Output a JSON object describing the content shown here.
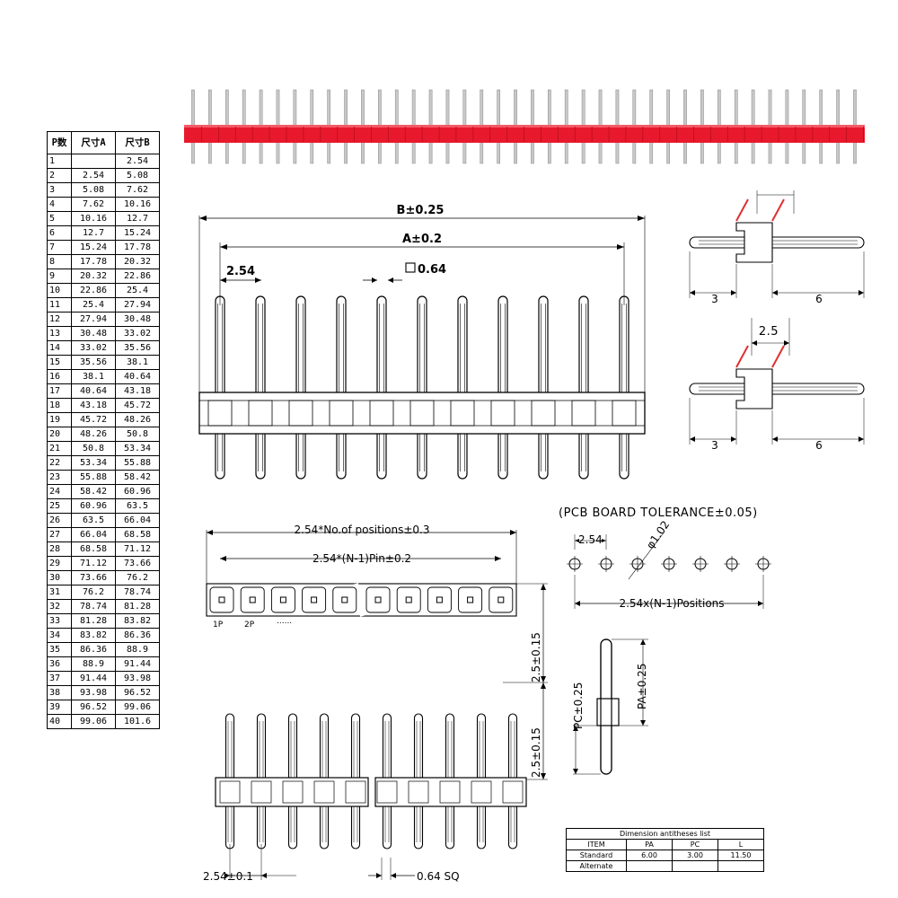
{
  "table": {
    "headers": [
      "P数",
      "尺寸A",
      "尺寸B"
    ],
    "rows": [
      [
        "1",
        "",
        "2.54"
      ],
      [
        "2",
        "2.54",
        "5.08"
      ],
      [
        "3",
        "5.08",
        "7.62"
      ],
      [
        "4",
        "7.62",
        "10.16"
      ],
      [
        "5",
        "10.16",
        "12.7"
      ],
      [
        "6",
        "12.7",
        "15.24"
      ],
      [
        "7",
        "15.24",
        "17.78"
      ],
      [
        "8",
        "17.78",
        "20.32"
      ],
      [
        "9",
        "20.32",
        "22.86"
      ],
      [
        "10",
        "22.86",
        "25.4"
      ],
      [
        "11",
        "25.4",
        "27.94"
      ],
      [
        "12",
        "27.94",
        "30.48"
      ],
      [
        "13",
        "30.48",
        "33.02"
      ],
      [
        "14",
        "33.02",
        "35.56"
      ],
      [
        "15",
        "35.56",
        "38.1"
      ],
      [
        "16",
        "38.1",
        "40.64"
      ],
      [
        "17",
        "40.64",
        "43.18"
      ],
      [
        "18",
        "43.18",
        "45.72"
      ],
      [
        "19",
        "45.72",
        "48.26"
      ],
      [
        "20",
        "48.26",
        "50.8"
      ],
      [
        "21",
        "50.8",
        "53.34"
      ],
      [
        "22",
        "53.34",
        "55.88"
      ],
      [
        "23",
        "55.88",
        "58.42"
      ],
      [
        "24",
        "58.42",
        "60.96"
      ],
      [
        "25",
        "60.96",
        "63.5"
      ],
      [
        "26",
        "63.5",
        "66.04"
      ],
      [
        "27",
        "66.04",
        "68.58"
      ],
      [
        "28",
        "68.58",
        "71.12"
      ],
      [
        "29",
        "71.12",
        "73.66"
      ],
      [
        "30",
        "73.66",
        "76.2"
      ],
      [
        "31",
        "76.2",
        "78.74"
      ],
      [
        "32",
        "78.74",
        "81.28"
      ],
      [
        "33",
        "81.28",
        "83.82"
      ],
      [
        "34",
        "83.82",
        "86.36"
      ],
      [
        "35",
        "86.36",
        "88.9"
      ],
      [
        "36",
        "88.9",
        "91.44"
      ],
      [
        "37",
        "91.44",
        "93.98"
      ],
      [
        "38",
        "93.98",
        "96.52"
      ],
      [
        "39",
        "96.52",
        "99.06"
      ],
      [
        "40",
        "99.06",
        "101.6"
      ]
    ]
  },
  "front": {
    "dim_b": "B±0.25",
    "dim_a": "A±0.2",
    "pitch": "2.54",
    "pin_sq": "0.64"
  },
  "side": {
    "dim_2_5": "2.5",
    "dim_3_top": "3",
    "dim_6_top": "6",
    "dim_3_bot": "3",
    "dim_6_bot": "6"
  },
  "top_view": {
    "dim_positions": "2.54*No.of positions±0.3",
    "dim_pin": "2.54*(N-1)Pin±0.2",
    "label_1p": "1P",
    "label_2p": "2P",
    "dots": "......"
  },
  "pcb": {
    "title": "(PCB BOARD TOLERANCE±0.05)",
    "pitch": "2.54",
    "hole": "φ1.02",
    "positions": "2.54x(N-1)Positions"
  },
  "vertical_dims": {
    "upper": "2.5±0.15",
    "lower": "2.5±0.15"
  },
  "pin_detail": {
    "pa": "PA±0.25",
    "pc": "PC±0.25"
  },
  "bottom": {
    "pitch": "2.54±0.1",
    "sq": "0.64   SQ"
  },
  "legend": {
    "title": "Dimension antitheses list",
    "headers": [
      "ITEM",
      "PA",
      "PC",
      "L"
    ],
    "rows": [
      [
        "Standard",
        "6.00",
        "3.00",
        "11.50"
      ],
      [
        "Alternate",
        "",
        "",
        ""
      ]
    ]
  },
  "colors": {
    "header_red": "#e8192c",
    "highlight_red": "#e03030"
  }
}
